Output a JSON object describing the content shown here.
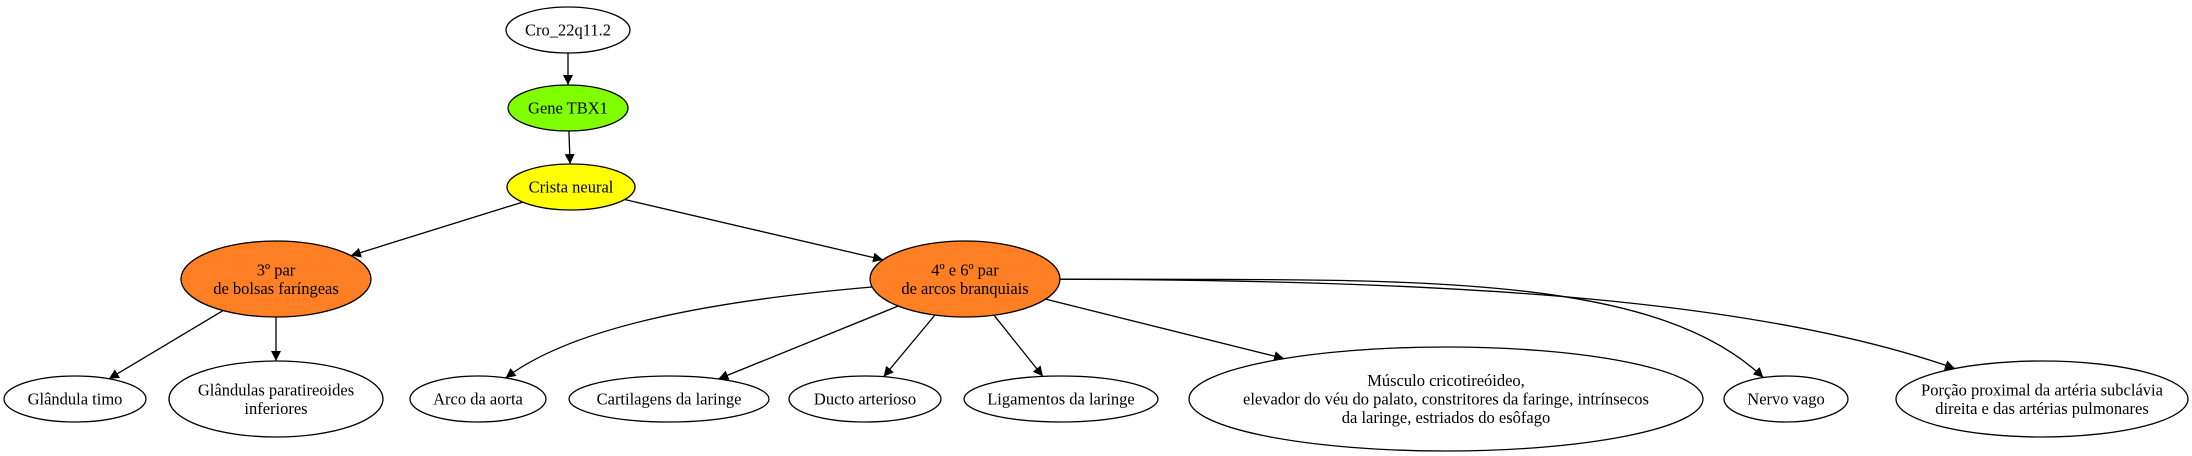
{
  "colors": {
    "white": "#ffffff",
    "green": "#7fff00",
    "yellow": "#ffff00",
    "orange": "#ff7f24"
  },
  "nodes": {
    "cro": {
      "lines": [
        "Cro_22q11.2"
      ],
      "fill": "white"
    },
    "tbx1": {
      "lines": [
        "Gene TBX1"
      ],
      "fill": "green"
    },
    "crista": {
      "lines": [
        "Crista neural"
      ],
      "fill": "yellow"
    },
    "bolsas": {
      "lines": [
        "3º par",
        "de bolsas faríngeas"
      ],
      "fill": "orange"
    },
    "arcos": {
      "lines": [
        "4º e 6º par",
        "de arcos branquiais"
      ],
      "fill": "orange"
    },
    "timo": {
      "lines": [
        "Glândula timo"
      ],
      "fill": "white"
    },
    "paratireoides": {
      "lines": [
        "Glândulas paratireoides",
        "inferiores"
      ],
      "fill": "white"
    },
    "aorta": {
      "lines": [
        "Arco da aorta"
      ],
      "fill": "white"
    },
    "cartilagens": {
      "lines": [
        "Cartilagens da laringe"
      ],
      "fill": "white"
    },
    "ducto": {
      "lines": [
        "Ducto arterioso"
      ],
      "fill": "white"
    },
    "ligamentos": {
      "lines": [
        "Ligamentos da laringe"
      ],
      "fill": "white"
    },
    "musculo": {
      "lines": [
        "Músculo cricotireóideo,",
        "elevador do véu do palato, constritores da faringe, intrínsecos",
        "da laringe, estriados do esôfago"
      ],
      "fill": "white"
    },
    "vago": {
      "lines": [
        "Nervo vago"
      ],
      "fill": "white"
    },
    "porcao": {
      "lines": [
        "Porção proximal da artéria subclávia",
        "direita e das artérias pulmonares"
      ],
      "fill": "white"
    }
  },
  "edges": [
    [
      "cro",
      "tbx1"
    ],
    [
      "tbx1",
      "crista"
    ],
    [
      "crista",
      "bolsas"
    ],
    [
      "crista",
      "arcos"
    ],
    [
      "bolsas",
      "timo"
    ],
    [
      "bolsas",
      "paratireoides"
    ],
    [
      "arcos",
      "aorta"
    ],
    [
      "arcos",
      "cartilagens"
    ],
    [
      "arcos",
      "ducto"
    ],
    [
      "arcos",
      "ligamentos"
    ],
    [
      "arcos",
      "musculo"
    ],
    [
      "arcos",
      "vago"
    ],
    [
      "arcos",
      "porcao"
    ]
  ]
}
